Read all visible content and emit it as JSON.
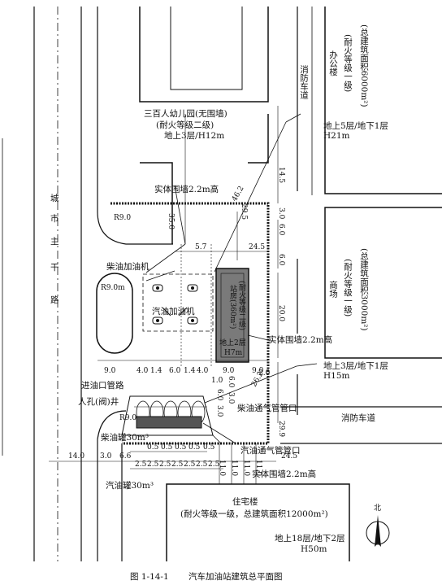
{
  "caption": {
    "number": "图 1-14-1",
    "title": "汽车加油站建筑总平面图"
  },
  "roads": {
    "city_road_chars": [
      "城",
      "市",
      "主",
      "干",
      "路"
    ],
    "fire_lane_vertical": "消防车道",
    "fire_lane_horizontal": "消防车道"
  },
  "buildings": {
    "kindergarten": {
      "line1": "三百人幼儿园(无围墙)",
      "line2": "(耐火等级二级)",
      "line3": "地上3层/H12m"
    },
    "office": {
      "area": "(总建筑面积6000m²)",
      "grade": "(耐火等级一级)",
      "name": "办公楼",
      "floors": "地上5层/地下1层",
      "height": "H21m"
    },
    "mall": {
      "area": "(总建筑面积3000m²)",
      "grade": "(耐火等级一级)",
      "name": "商场",
      "floors": "地上3层/地下1层",
      "height": "H15m"
    },
    "residence": {
      "name": "住宅楼",
      "detail": "(耐火等级一级，总建筑面积12000m²)",
      "floors": "地上18层/地下2层",
      "height": "H50m"
    },
    "station_house": {
      "area": "站房(360m²)",
      "grade": "(耐火等级二级)",
      "floors": "地上2层",
      "height": "H7m"
    }
  },
  "labels": {
    "wall_top": "实体围墙2.2m高",
    "wall_right": "实体围墙2.2m高",
    "wall_bottom": "实体围墙2.2m高",
    "diesel_dispenser": "柴油加油机",
    "gas_dispenser": "汽油加油机",
    "radius_r9_top": "R9.0",
    "radius_r9_island": "R9.0m",
    "radius_r9_bottom": "R9.0",
    "fill_pipe": "进油口管路",
    "manhole": "人孔(阀)井",
    "diesel_vent": "柴油通气管管口",
    "gas_vent": "汽油通气管管口",
    "diesel_tank": "柴油罐30m³",
    "gas_tank": "汽油罐30m³",
    "north": "北"
  },
  "dimensions": {
    "d46_2": "46.2",
    "d29_5": "29.5",
    "d35_0": "35.0",
    "d14_5": "14.5",
    "d3_0a": "3.0",
    "d6_0a": "6.0",
    "d6_0b": "6.0",
    "d20_0": "20.0",
    "d5_7": "5.7",
    "d24_5_top": "24.5",
    "d26_2": "26.2",
    "d29_9": "29.9",
    "d2_0": "2.0",
    "d3_0b": "3.0",
    "d6_0c": "6.0",
    "row_dims": [
      "9.0",
      "4.0",
      "1.4",
      "6.0",
      "1.4",
      "4.0",
      "9.0",
      "9.0"
    ],
    "d1_0": "1.0",
    "d6_0d": "6.0",
    "d3_0c": "3.0",
    "d14_0": "14.0",
    "d3_0d": "3.0",
    "d6_6": "6.6",
    "tank_top_dims": [
      "0.5",
      "0.5",
      "0.5",
      "0.5"
    ],
    "tank_bottom_dims": [
      "2.5",
      "2.5",
      "2.5",
      "2.5",
      "2.5",
      "2.5",
      "2.5"
    ],
    "d0_5": "0.5",
    "d24_5_bottom": "24.5",
    "d11_0": [
      "11.0",
      "11.0",
      "11.0",
      "11.0"
    ]
  }
}
